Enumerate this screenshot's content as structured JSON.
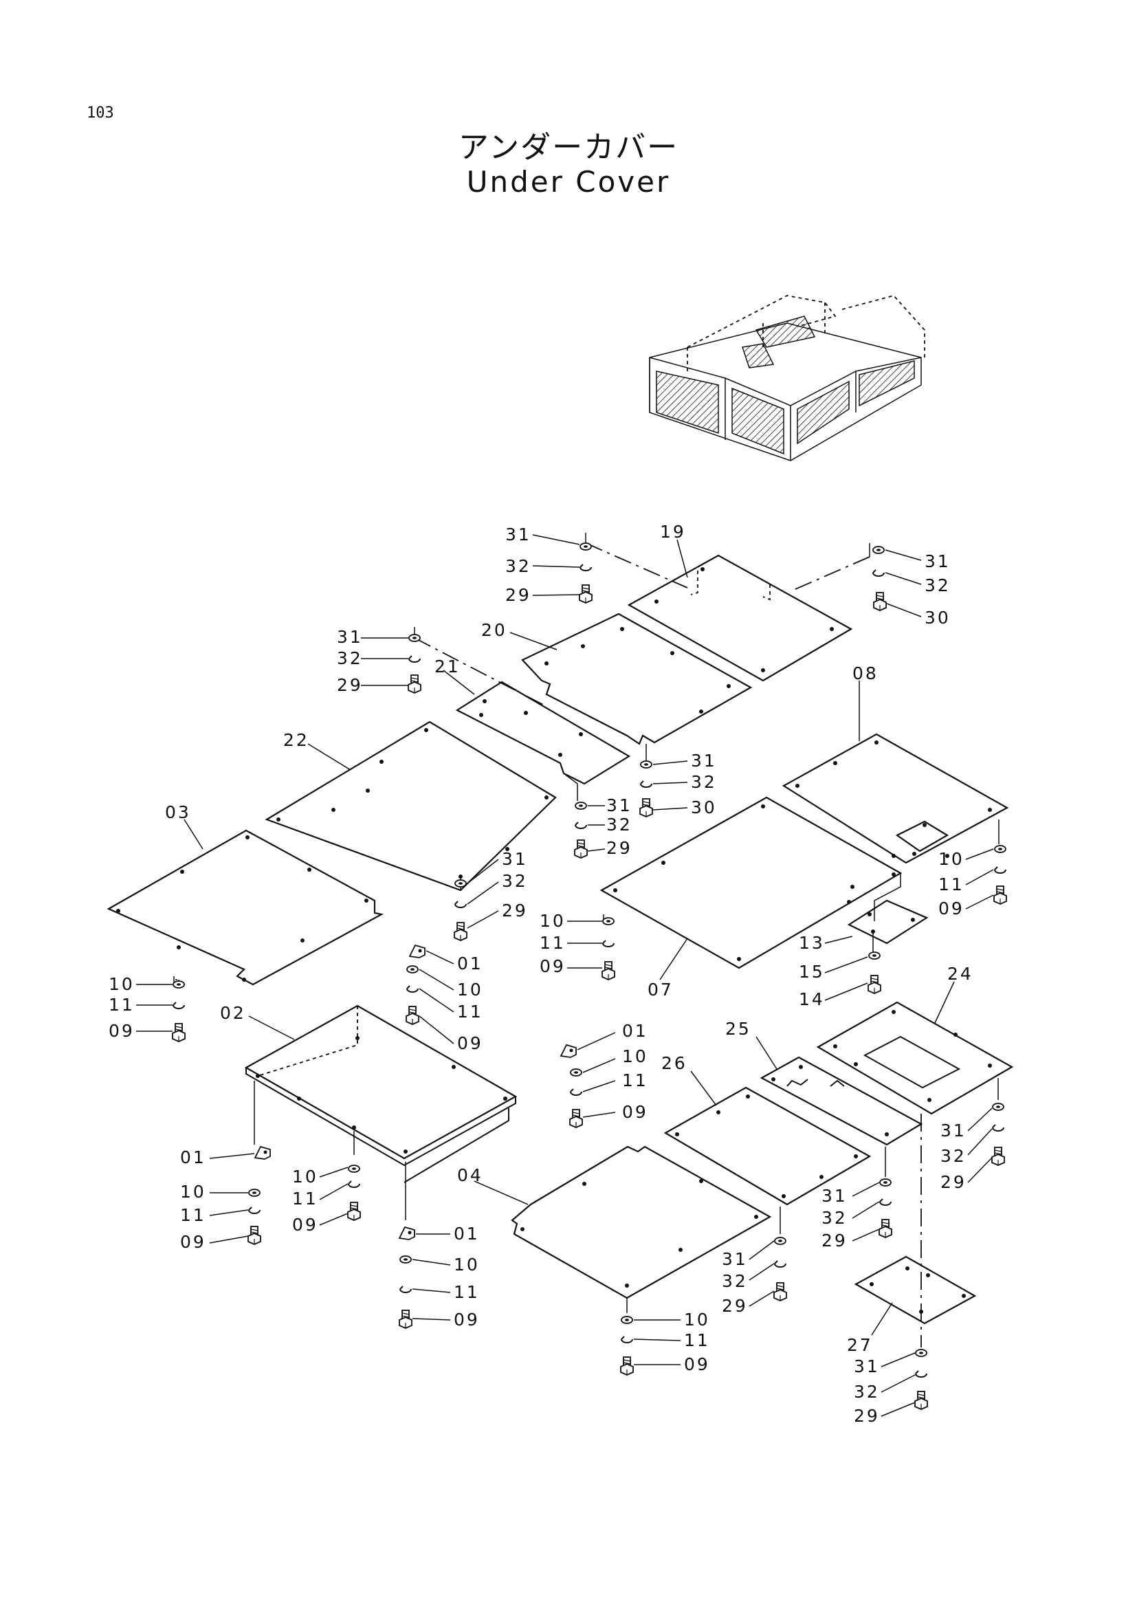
{
  "page": {
    "number": "103"
  },
  "title": {
    "japanese": "アンダーカバー",
    "english": "Under Cover"
  },
  "part_labels": {
    "p01a": "01",
    "p01b": "01",
    "p01c": "01",
    "p01d": "01",
    "p02": "02",
    "p03": "03",
    "p04": "04",
    "p07": "07",
    "p08": "08",
    "p13": "13",
    "p14": "14",
    "p15": "15",
    "p19": "19",
    "p20": "20",
    "p21": "21",
    "p22": "22",
    "p24": "24",
    "p25": "25",
    "p26": "26",
    "p27": "27",
    "a31": "31",
    "a32": "32",
    "a29": "29",
    "b31": "31",
    "b32": "32",
    "b30": "30",
    "c31": "31",
    "c32": "32",
    "c29": "29",
    "d31": "31",
    "d32": "32",
    "d30": "30",
    "e31": "31",
    "e32": "32",
    "e29": "29",
    "f31": "31",
    "f32": "32",
    "f29": "29",
    "g10": "10",
    "g11": "11",
    "g09": "09",
    "h10": "10",
    "h11": "11",
    "h09": "09",
    "i10": "10",
    "i11": "11",
    "i09": "09",
    "j10": "10",
    "j11": "11",
    "j09": "09",
    "k10": "10",
    "k11": "11",
    "k09": "09",
    "l10": "10",
    "l11": "11",
    "l09": "09",
    "m10": "10",
    "m11": "11",
    "m09": "09",
    "n10": "10",
    "n11": "11",
    "n09": "09",
    "o10": "10",
    "o11": "11",
    "o09": "09",
    "q31": "31",
    "q32": "32",
    "q29": "29",
    "r31": "31",
    "r32": "32",
    "r29": "29",
    "s31": "31",
    "s32": "32",
    "s29": "29",
    "t31": "31",
    "t32": "32",
    "t29": "29"
  }
}
